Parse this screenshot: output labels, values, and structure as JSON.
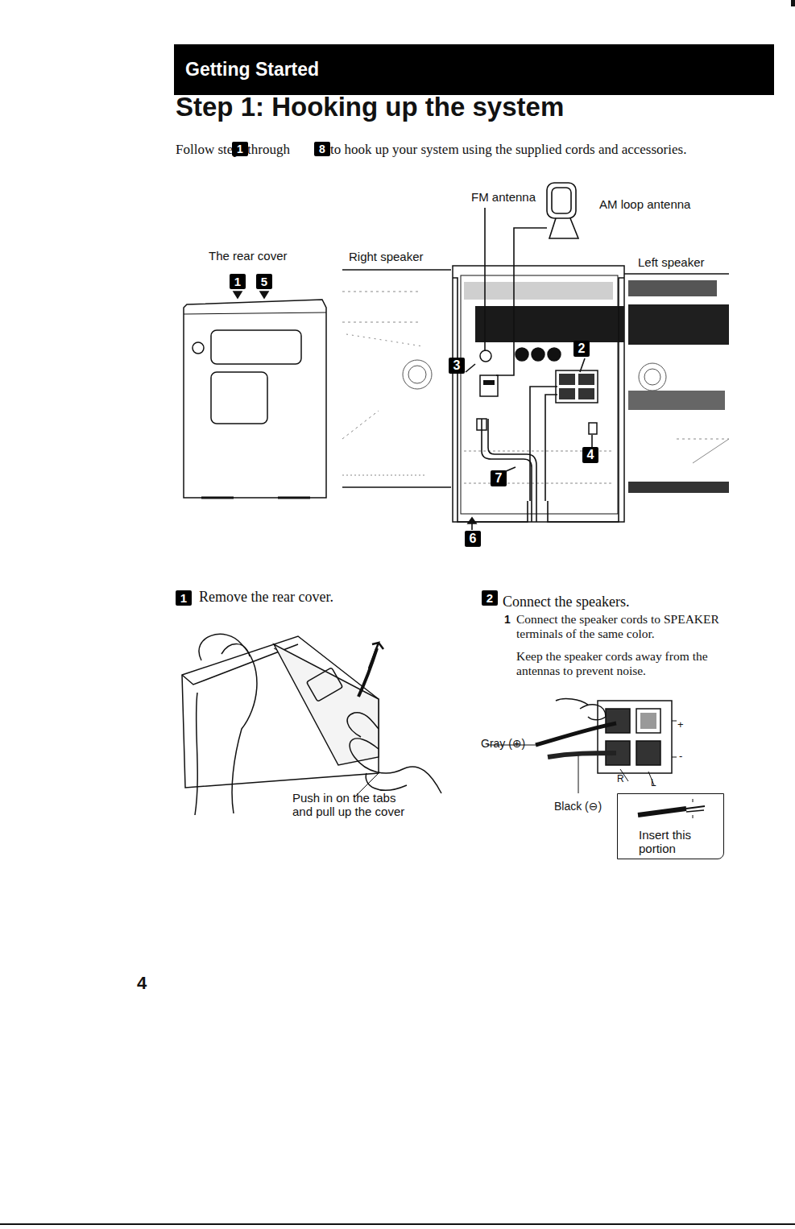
{
  "diagram": {
    "title": "Step 1: Hooking up the system",
    "nodes": [
      {
        "text": [
          "Getting Started"
        ]
      },
      {
        "text": [
          "Insert this portion"
        ]
      }
    ],
    "labels": [
      "Follow steps",
      "1",
      "through",
      "8",
      "to hook up your system using the supplied cords and accessories.",
      "FM antenna",
      "AM loop antenna",
      "The rear cover",
      "1",
      "5",
      "Right speaker",
      "Left speaker",
      "3",
      "2",
      "4",
      "7",
      "6",
      "1",
      "Remove the rear cover.",
      "Push in on the tabs and pull up the cover",
      "2",
      "Connect the speakers.",
      "1",
      "Connect the speaker cords to SPEAKER terminals of the same color.",
      "Keep the speaker cords away from the antennas to prevent noise.",
      "Gray (⊕)",
      "Black (⊖)",
      "+",
      "-",
      "R",
      "L",
      "4"
    ]
  }
}
